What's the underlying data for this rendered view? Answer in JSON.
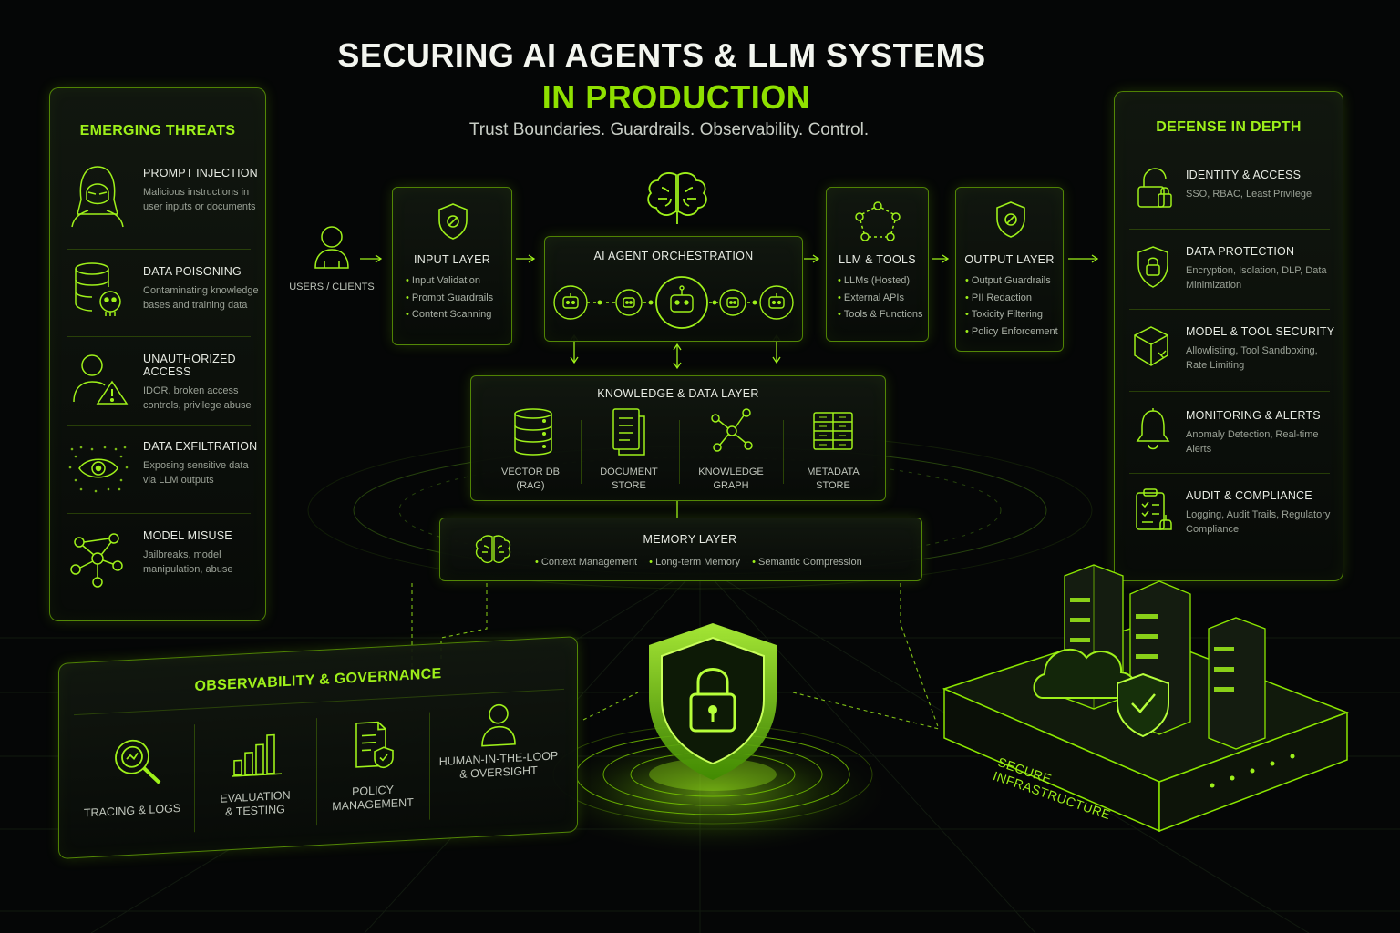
{
  "header": {
    "title_line1": "SECURING AI AGENTS & LLM SYSTEMS",
    "title_line2": "IN PRODUCTION",
    "subtitle": "Trust Boundaries. Guardrails. Observability. Control."
  },
  "colors": {
    "accent": "#9ef01a",
    "background": "#050606",
    "panel_border": "#8be600"
  },
  "threats": {
    "title": "EMERGING THREATS",
    "items": [
      {
        "name": "PROMPT INJECTION",
        "description": "Malicious instructions in user inputs or documents",
        "icon": "hooded-attacker-icon"
      },
      {
        "name": "DATA POISONING",
        "description": "Contaminating knowledge bases and training data",
        "icon": "database-skull-icon"
      },
      {
        "name": "UNAUTHORIZED ACCESS",
        "description": "IDOR, broken access controls, privilege abuse",
        "icon": "user-warning-icon"
      },
      {
        "name": "DATA EXFILTRATION",
        "description": "Exposing sensitive data via LLM outputs",
        "icon": "eye-leak-icon"
      },
      {
        "name": "MODEL MISUSE",
        "description": "Jailbreaks, model manipulation, abuse",
        "icon": "network-nodes-icon"
      }
    ]
  },
  "defense": {
    "title": "DEFENSE IN DEPTH",
    "items": [
      {
        "name": "IDENTITY & ACCESS",
        "description": "SSO, RBAC, Least Privilege",
        "icon": "padlock-icon"
      },
      {
        "name": "DATA PROTECTION",
        "description": "Encryption, Isolation, DLP, Data Minimization",
        "icon": "shield-lock-icon"
      },
      {
        "name": "MODEL & TOOL SECURITY",
        "description": "Allowlisting, Tool Sandboxing, Rate Limiting",
        "icon": "cube-icon"
      },
      {
        "name": "MONITORING & ALERTS",
        "description": "Anomaly Detection, Real-time Alerts",
        "icon": "bell-icon"
      },
      {
        "name": "AUDIT & COMPLIANCE",
        "description": "Logging, Audit Trails, Regulatory Compliance",
        "icon": "clipboard-icon"
      }
    ]
  },
  "flow": {
    "users": {
      "label": "USERS / CLIENTS"
    },
    "input_layer": {
      "title": "INPUT LAYER",
      "bullets": [
        "Input Validation",
        "Prompt Guardrails",
        "Content Scanning"
      ]
    },
    "orchestration": {
      "title": "AI AGENT ORCHESTRATION"
    },
    "llm_tools": {
      "title": "LLM & TOOLS",
      "bullets": [
        "LLMs (Hosted)",
        "External APIs",
        "Tools & Functions"
      ]
    },
    "output_layer": {
      "title": "OUTPUT LAYER",
      "bullets": [
        "Output Guardrails",
        "PII Redaction",
        "Toxicity Filtering",
        "Policy Enforcement"
      ]
    }
  },
  "knowledge": {
    "title": "KNOWLEDGE & DATA LAYER",
    "stores": [
      {
        "line1": "VECTOR DB",
        "line2": "(RAG)"
      },
      {
        "line1": "DOCUMENT",
        "line2": "STORE"
      },
      {
        "line1": "KNOWLEDGE",
        "line2": "GRAPH"
      },
      {
        "line1": "METADATA",
        "line2": "STORE"
      }
    ]
  },
  "memory": {
    "title": "MEMORY LAYER",
    "bullets": [
      "Context Management",
      "Long-term Memory",
      "Semantic Compression"
    ]
  },
  "observability": {
    "title": "OBSERVABILITY & GOVERNANCE",
    "items": [
      {
        "line1": "TRACING & LOGS",
        "line2": ""
      },
      {
        "line1": "EVALUATION",
        "line2": "& TESTING"
      },
      {
        "line1": "POLICY",
        "line2": "MANAGEMENT"
      },
      {
        "line1": "HUMAN-IN-THE-LOOP",
        "line2": "& OVERSIGHT"
      }
    ]
  },
  "infrastructure": {
    "label": "SECURE INFRASTRUCTURE"
  }
}
